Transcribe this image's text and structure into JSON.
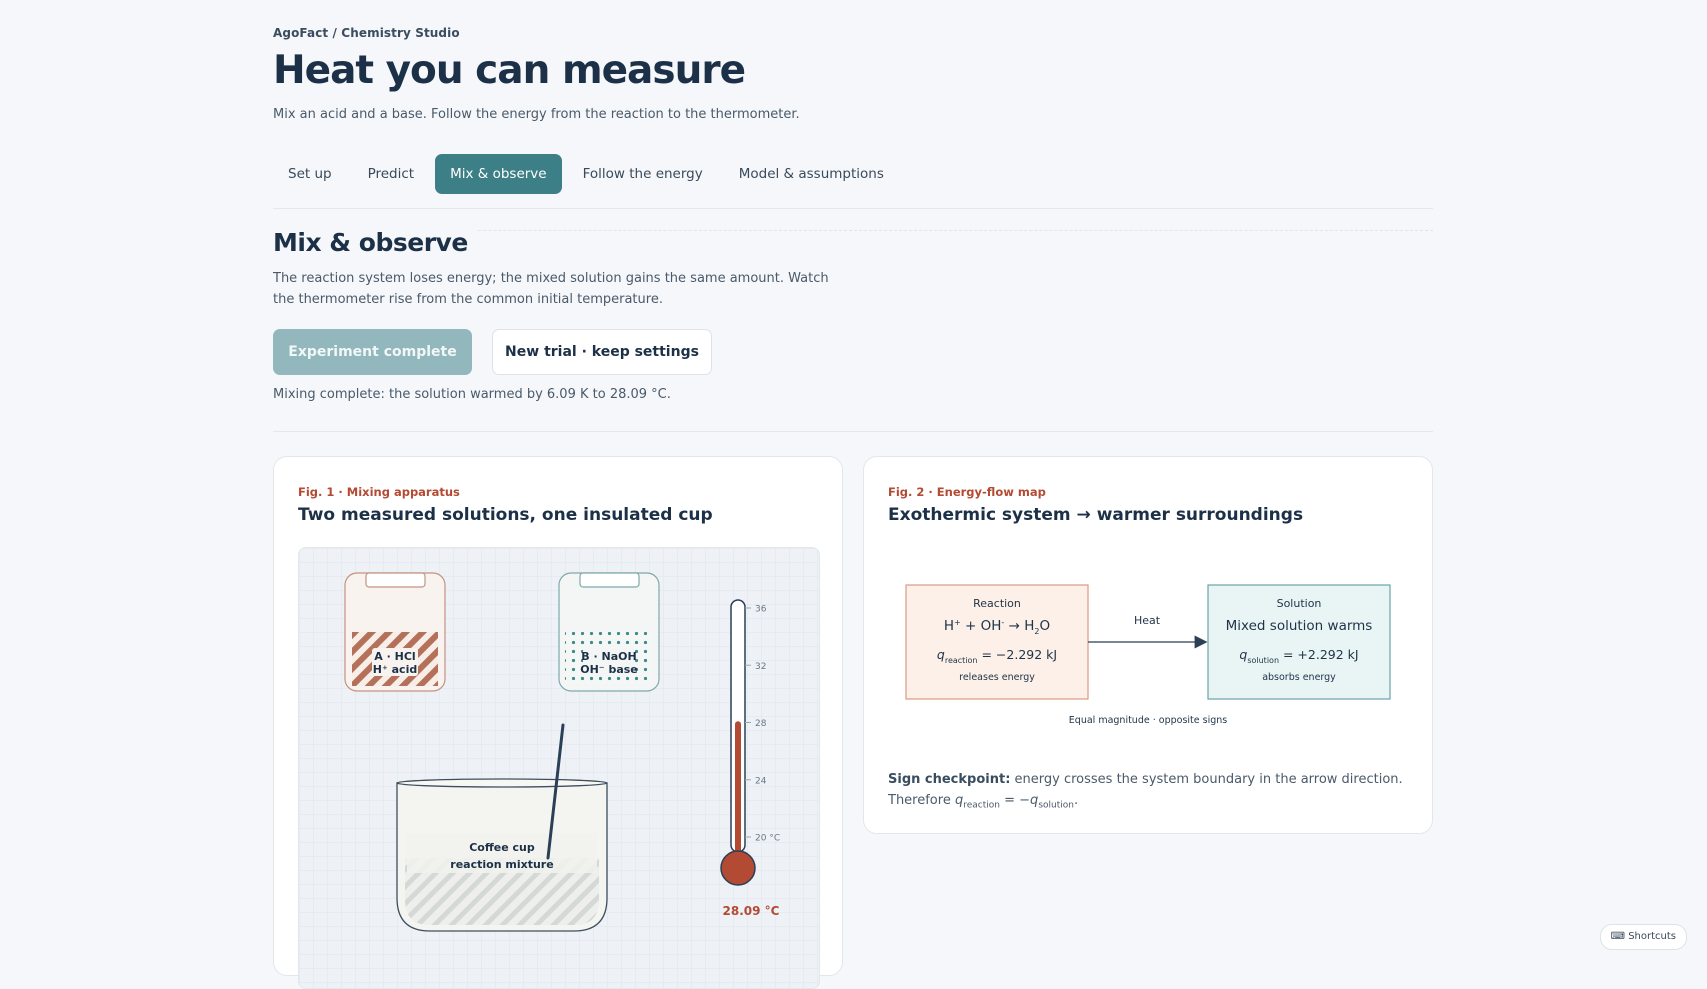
{
  "app": {
    "breadcrumb": "AgoFact / Chemistry Studio",
    "title": "Heat you can measure",
    "subtitle": "Mix an acid and a base. Follow the energy from the reaction to the thermometer."
  },
  "tabs": [
    {
      "label": "Set up",
      "active": false
    },
    {
      "label": "Predict",
      "active": false
    },
    {
      "label": "Mix & observe",
      "active": true
    },
    {
      "label": "Follow the energy",
      "active": false
    },
    {
      "label": "Model & assumptions",
      "active": false
    }
  ],
  "section": {
    "title": "Mix & observe",
    "description": "The reaction system loses energy; the mixed solution gains the same amount. Watch the thermometer rise from the common initial temperature.",
    "complete_button": "Experiment complete",
    "new_trial_button": "New trial · keep settings",
    "status": "Mixing complete: the solution warmed by 6.09 K to 28.09 °C."
  },
  "fig1": {
    "label": "Fig. 1 · Mixing apparatus",
    "title": "Two measured solutions, one insulated cup",
    "bottle_a": {
      "line1": "A · HCl",
      "line2": "H⁺ acid"
    },
    "bottle_b": {
      "line1": "B · NaOH",
      "line2": "OH⁻ base"
    },
    "cup": {
      "line1": "Coffee cup",
      "line2": "reaction mixture"
    },
    "thermometer": {
      "ticks": [
        "36",
        "32",
        "28",
        "24",
        "20 °C"
      ],
      "tick_values": [
        36,
        32,
        28,
        24,
        20
      ],
      "min": 20,
      "max": 36,
      "value": 28.09,
      "reading": "28.09 °C"
    },
    "colors": {
      "acid": "#b5705a",
      "base": "#3d8a8a",
      "mercury": "#b34a33"
    }
  },
  "fig2": {
    "label": "Fig. 2 · Energy-flow map",
    "title": "Exothermic system → warmer surroundings",
    "reaction": {
      "heading": "Reaction",
      "eq_h": "H",
      "eq_h_sup": "+",
      "eq_plus": " + OH",
      "eq_oh_sup": "-",
      "eq_arrow": " → H",
      "eq_sub": "2",
      "eq_o": "O",
      "q_sym": "q",
      "q_sub": "reaction",
      "q_val": " = −2.292 kJ",
      "note": "releases energy"
    },
    "heat_label": "Heat",
    "solution": {
      "heading": "Solution",
      "main": "Mixed solution warms",
      "q_sym": "q",
      "q_sub": "solution",
      "q_val": " = +2.292 kJ",
      "note": "absorbs energy"
    },
    "footer": "Equal magnitude · opposite signs",
    "checkpoint_bold": "Sign checkpoint:",
    "checkpoint_text": " energy crosses the system boundary in the arrow direction.",
    "therefore": "Therefore ",
    "therefore_q1": "q",
    "therefore_sub1": "reaction",
    "therefore_eq": " = −",
    "therefore_q2": "q",
    "therefore_sub2": "solution",
    "therefore_end": ".",
    "colors": {
      "reaction_fill": "#fdf0e8",
      "reaction_stroke": "#d99a80",
      "solution_fill": "#e9f4f5",
      "solution_stroke": "#6aa4aa"
    }
  },
  "shortcuts": "⌨ Shortcuts"
}
